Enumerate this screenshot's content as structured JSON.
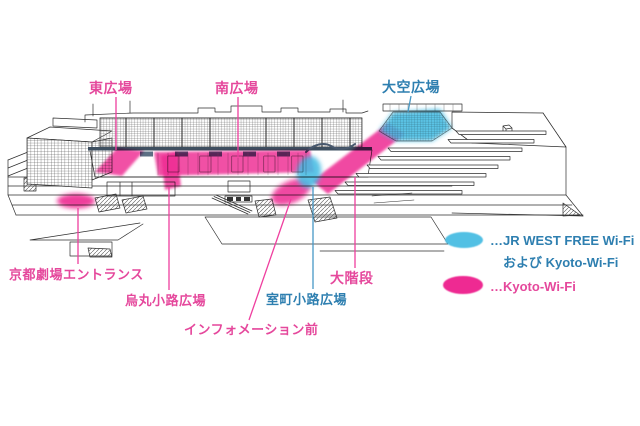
{
  "map_labels": {
    "higashi_hiroba": "東広場",
    "minami_hiroba": "南広場",
    "oozora_hiroba": "大空広場",
    "kyoto_gekijo_entrance": "京都劇場エントランス",
    "karasuma_koji_hiroba": "烏丸小路広場",
    "muromachi_koji_hiroba": "室町小路広場",
    "information_mae": "インフォメーション前",
    "daikaidan": "大階段"
  },
  "areas": {
    "higashi_hiroba": {
      "label": "東広場",
      "network": "Kyoto-Wi-Fi"
    },
    "minami_hiroba": {
      "label": "南広場",
      "network": "Kyoto-Wi-Fi"
    },
    "oozora_hiroba": {
      "label": "大空広場",
      "network": "JR WEST FREE Wi-Fi および Kyoto-Wi-Fi"
    },
    "kyoto_gekijo_entrance": {
      "label": "京都劇場エントランス",
      "network": "Kyoto-Wi-Fi"
    },
    "karasuma_koji_hiroba": {
      "label": "烏丸小路広場",
      "network": "Kyoto-Wi-Fi"
    },
    "muromachi_koji_hiroba": {
      "label": "室町小路広場",
      "network": "JR WEST FREE Wi-Fi および Kyoto-Wi-Fi"
    },
    "information_mae": {
      "label": "インフォメーション前",
      "network": "Kyoto-Wi-Fi"
    },
    "daikaidan": {
      "label": "大階段",
      "network": "Kyoto-Wi-Fi"
    }
  },
  "legend": {
    "jr_west": {
      "line1": "…JR WEST FREE Wi-Fi",
      "line2": "および Kyoto-Wi-Fi"
    },
    "kyoto_wifi": {
      "line1": "…Kyoto-Wi-Fi"
    }
  },
  "colors": {
    "kyoto_wifi_pink": "#ee2a92",
    "jr_west_blue": "#52c0e4",
    "pink_text": "#e5489c",
    "blue_text": "#2e7fb0"
  }
}
